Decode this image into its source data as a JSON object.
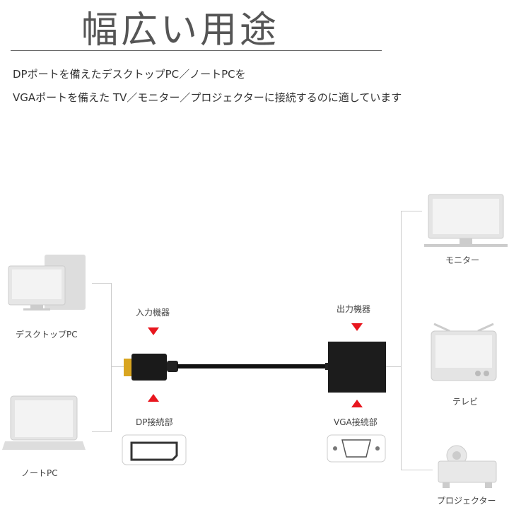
{
  "title": "幅広い用途",
  "description": [
    "DPポートを備えたデスクトップPC／ノートPCを",
    "VGAポートを備えた TV／モニター／プロジェクターに接続するのに適しています"
  ],
  "sources": [
    {
      "label": "デスクトップPC",
      "icon": "desktop-pc-icon"
    },
    {
      "label": "ノートPC",
      "icon": "laptop-icon"
    }
  ],
  "adapter": {
    "input_label": "入力機器",
    "output_label": "出力機器",
    "dp_port_label": "DP接続部",
    "vga_port_label": "VGA接続部"
  },
  "targets": [
    {
      "label": "モニター",
      "icon": "monitor-icon"
    },
    {
      "label": "テレビ",
      "icon": "tv-icon"
    },
    {
      "label": "プロジェクター",
      "icon": "projector-icon"
    }
  ],
  "colors": {
    "arrow": "#e8161e",
    "icon": "#d8d8d8",
    "gold": "#d9a520"
  }
}
